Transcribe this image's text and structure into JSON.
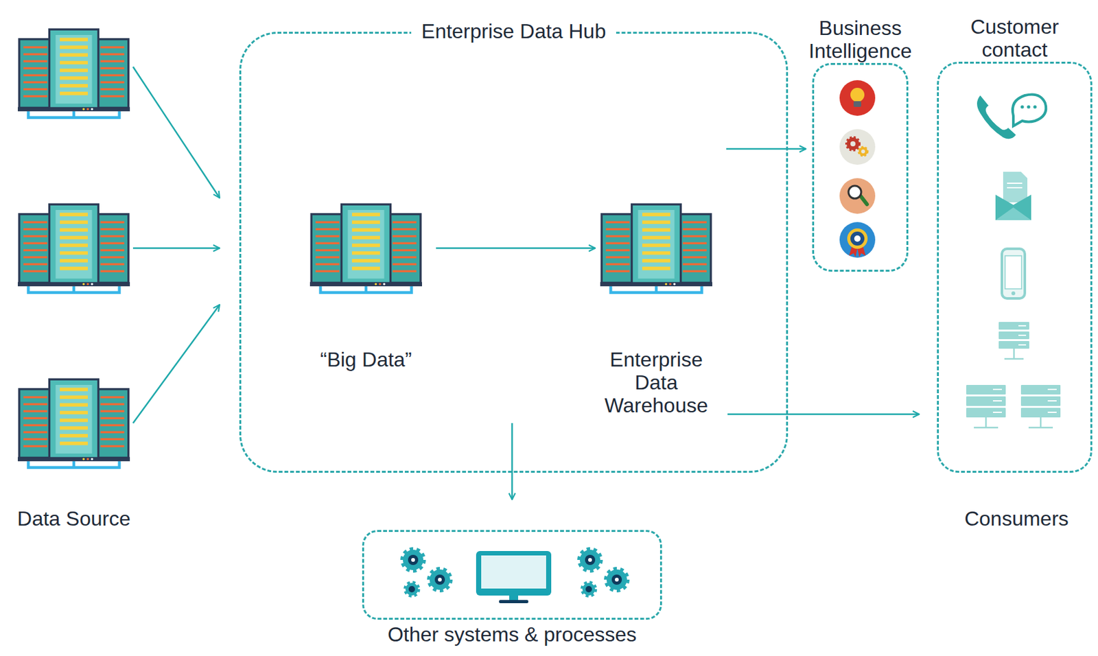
{
  "diagram": {
    "nodes": [
      {
        "text": [
          "Enterprise Data Hub"
        ]
      },
      {
        "text": [
          "“Big Data”"
        ],
        "in": 0
      },
      {
        "text": [
          "Enterprise Data Warehouse"
        ],
        "in": 0
      },
      {
        "text": [
          "Business Intelligence"
        ]
      },
      {
        "text": [
          "Customer contact"
        ]
      },
      {
        "text": [
          "Other systems & processes"
        ]
      }
    ],
    "edges": [
      {
        "from": 1,
        "to": 2,
        "arrow": "to"
      },
      {
        "from": 2,
        "to": 3,
        "arrow": "to"
      },
      {
        "from": 2,
        "to": 4,
        "arrow": "to"
      },
      {
        "from": 0,
        "to": 5,
        "arrow": "to"
      }
    ],
    "labels": [
      "Data Source",
      "Consumers"
    ]
  }
}
